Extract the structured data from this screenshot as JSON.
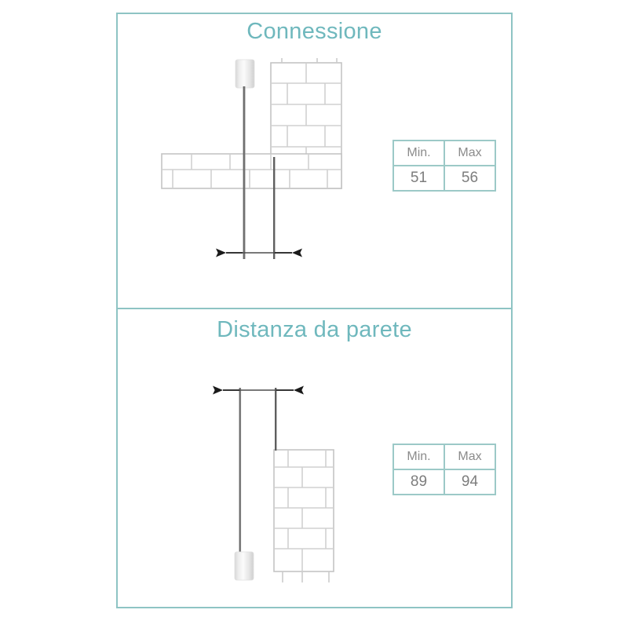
{
  "document": {
    "type": "installation-dimension-diagram",
    "accent_color": "#6fb8bd",
    "frame_color": "#8ec4c4",
    "table_border_color": "#9cc9c7",
    "text_color": "#8b8b8b",
    "brick_color": "#c9c9c9",
    "pole_color": "#6e6e6e"
  },
  "panels": [
    {
      "id": "connessione",
      "title": "Connessione",
      "table": {
        "headers": [
          "Min.",
          "Max"
        ],
        "values": [
          "51",
          "56"
        ]
      }
    },
    {
      "id": "distanza-da-parete",
      "title": "Distanza da parete",
      "table": {
        "headers": [
          "Min.",
          "Max"
        ],
        "values": [
          "89",
          "94"
        ]
      }
    }
  ]
}
